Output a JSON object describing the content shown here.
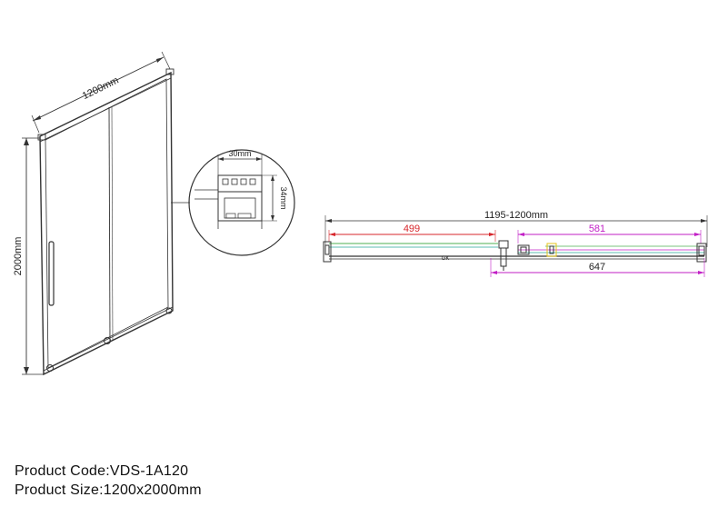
{
  "front_view": {
    "width_label": "1200mm",
    "height_label": "2000mm"
  },
  "profile_detail": {
    "width_label": "30mm",
    "height_label": "34mm"
  },
  "plan_view": {
    "total_label": "1195-1200mm",
    "fixed_panel_label": "499",
    "door_label": "581",
    "door_travel_label": "647",
    "glass_mark": "GK"
  },
  "colors": {
    "line": "#333333",
    "red_dimension": "#d7262b",
    "magenta_dimension": "#c21fc6",
    "green_line": "#4caf50",
    "teal_line": "#26a69a",
    "yellow_accent": "#e6c31a"
  },
  "product": {
    "code_line": "Product Code:VDS-1A120",
    "size_line": "Product Size:1200x2000mm"
  }
}
